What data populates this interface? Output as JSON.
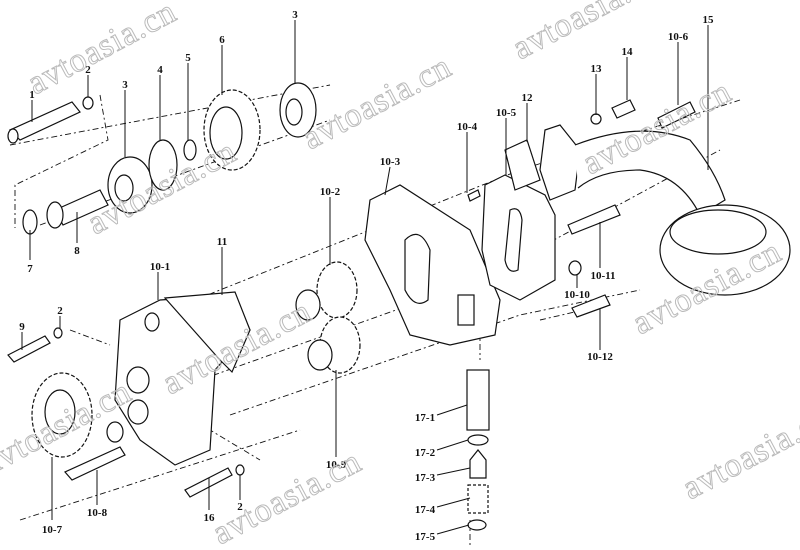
{
  "watermark": "avtoasia.cn",
  "labels": {
    "l1": "1",
    "l2a": "2",
    "l3a": "3",
    "l4": "4",
    "l5": "5",
    "l6": "6",
    "l3b": "3",
    "l7": "7",
    "l8": "8",
    "l9": "9",
    "l2b": "2",
    "l2c": "2",
    "l10_1": "10-1",
    "l10_2": "10-2",
    "l10_3": "10-3",
    "l10_4": "10-4",
    "l10_5": "10-5",
    "l10_6": "10-6",
    "l10_7": "10-7",
    "l10_8": "10-8",
    "l10_9": "10-9",
    "l10_10": "10-10",
    "l10_11": "10-11",
    "l10_12": "10-12",
    "l11": "11",
    "l12": "12",
    "l13": "13",
    "l14": "14",
    "l15": "15",
    "l16": "16",
    "l17_1": "17-1",
    "l17_2": "17-2",
    "l17_3": "17-3",
    "l17_4": "17-4",
    "l17_5": "17-5"
  }
}
